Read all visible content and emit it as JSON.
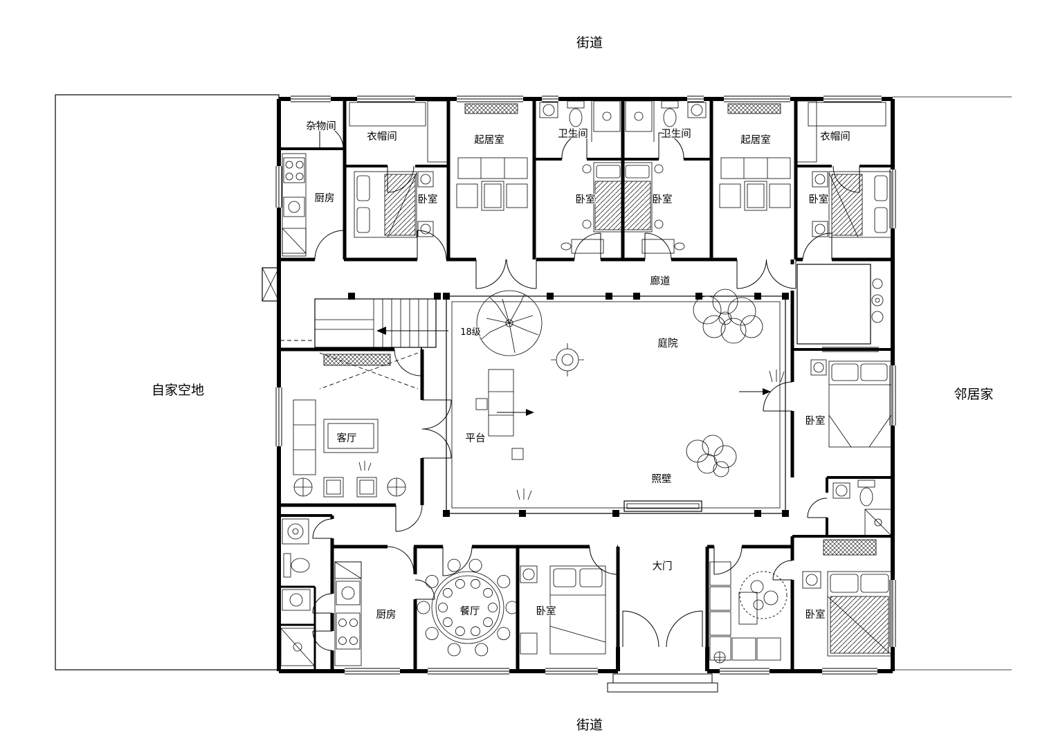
{
  "surroundings": {
    "street_top": "街道",
    "street_bottom": "街道",
    "own_land": "自家空地",
    "neighbor": "邻居家"
  },
  "rooms": {
    "storage": "杂物间",
    "kitchen_north": "厨房",
    "cloak_west": "衣帽间",
    "bedroom_nw": "卧室",
    "living_nw": "起居室",
    "bath_west": "卫生间",
    "bedroom_ncl": "卧室",
    "bedroom_ncr": "卧室",
    "bath_east": "卫生间",
    "living_ne": "起居室",
    "cloak_east": "衣帽间",
    "bedroom_ne": "卧室",
    "corridor": "廊道",
    "courtyard": "庭院",
    "stair_steps": "18级",
    "living_room": "客厅",
    "platform": "平台",
    "screen_wall": "照壁",
    "bedroom_east": "卧室",
    "kitchen_south": "厨房",
    "dining": "餐厅",
    "bedroom_south": "卧室",
    "gate": "大门",
    "bedroom_se": "卧室"
  }
}
